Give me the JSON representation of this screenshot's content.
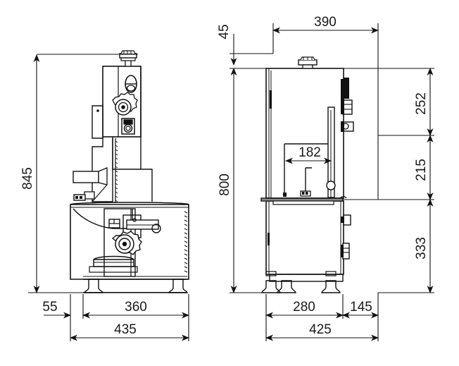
{
  "drawing": {
    "title": "Bandsaw machine dimensioned elevation drawing",
    "units": "mm",
    "line_color": "#111111",
    "background_color": "#ffffff",
    "views": [
      {
        "name": "side-elevation-view",
        "position": "left"
      },
      {
        "name": "front-elevation-view",
        "position": "right"
      }
    ]
  },
  "dimensions": {
    "left_view": {
      "overall_height": "845",
      "base_offset_left": "55",
      "base_width": "360",
      "overall_width": "435"
    },
    "right_view": {
      "top_clearance": "45",
      "top_width": "390",
      "body_height": "800",
      "upper_section": "252",
      "middle_section": "215",
      "lower_section": "333",
      "inner_width": "182",
      "base_width": "280",
      "base_extension": "145",
      "overall_width": "425"
    }
  },
  "labels": {
    "d845": "845",
    "d55": "55",
    "d360": "360",
    "d435": "435",
    "d45": "45",
    "d390": "390",
    "d800": "800",
    "d252": "252",
    "d215": "215",
    "d333": "333",
    "d182": "182",
    "d280": "280",
    "d145": "145",
    "d425": "425"
  }
}
